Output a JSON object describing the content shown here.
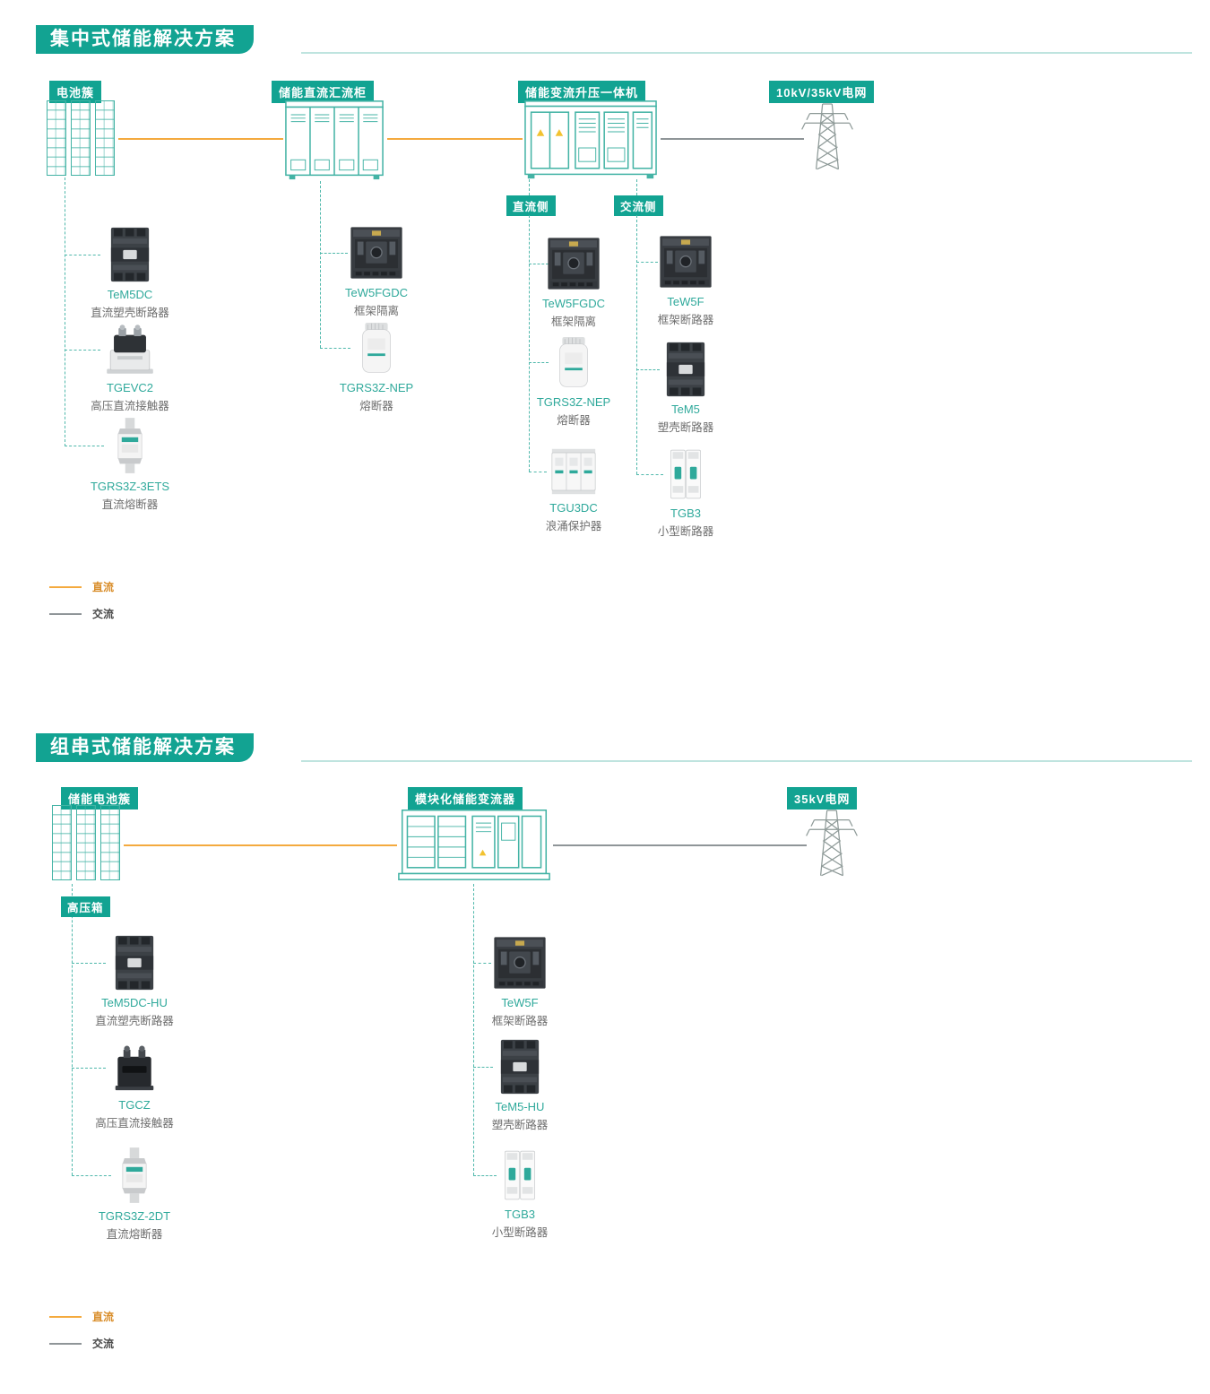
{
  "colors": {
    "teal": "#12A392",
    "teal_light": "#43B3A5",
    "orange": "#F4AA3E",
    "gray": "#8F9598"
  },
  "section1": {
    "title": "集中式储能解决方案",
    "nodes": {
      "battery": {
        "label": "电池簇",
        "icon": "battery-rack-icon"
      },
      "combiner": {
        "label": "储能直流汇流柜",
        "icon": "dc-combiner-cabinet-icon"
      },
      "pcs": {
        "label": "储能变流升压一体机",
        "icon": "pcs-booster-cabinet-icon"
      },
      "grid": {
        "label": "10kV/35kV电网",
        "icon": "transmission-tower-icon"
      }
    },
    "side_labels": {
      "dc": "直流侧",
      "ac": "交流侧"
    },
    "battery_products": [
      {
        "name": "TeM5DC",
        "desc": "直流塑壳断路器",
        "icon": "mccb-icon"
      },
      {
        "name": "TGEVC2",
        "desc": "高压直流接触器",
        "icon": "dc-contactor-icon"
      },
      {
        "name": "TGRS3Z-3ETS",
        "desc": "直流熔断器",
        "icon": "blade-fuse-icon"
      }
    ],
    "combiner_products": [
      {
        "name": "TeW5FGDC",
        "desc": "框架隔离",
        "icon": "frame-breaker-icon"
      },
      {
        "name": "TGRS3Z-NEP",
        "desc": "熔断器",
        "icon": "cylinder-fuse-icon"
      }
    ],
    "dc_side_products": [
      {
        "name": "TeW5FGDC",
        "desc": "框架隔离",
        "icon": "frame-breaker-icon"
      },
      {
        "name": "TGRS3Z-NEP",
        "desc": "熔断器",
        "icon": "cylinder-fuse-icon"
      },
      {
        "name": "TGU3DC",
        "desc": "浪涌保护器",
        "icon": "surge-protector-icon"
      }
    ],
    "ac_side_products": [
      {
        "name": "TeW5F",
        "desc": "框架断路器",
        "icon": "frame-breaker-icon"
      },
      {
        "name": "TeM5",
        "desc": "塑壳断路器",
        "icon": "mccb-icon"
      },
      {
        "name": "TGB3",
        "desc": "小型断路器",
        "icon": "miniature-breaker-icon"
      }
    ],
    "legend": {
      "dc": "直流",
      "ac": "交流"
    }
  },
  "section2": {
    "title": "组串式储能解决方案",
    "nodes": {
      "battery": {
        "label": "储能电池簇",
        "icon": "battery-rack-icon"
      },
      "pcs": {
        "label": "模块化储能变流器",
        "icon": "modular-pcs-container-icon"
      },
      "grid": {
        "label": "35kV电网",
        "icon": "transmission-tower-icon"
      }
    },
    "hv_box_label": "高压箱",
    "battery_products": [
      {
        "name": "TeM5DC-HU",
        "desc": "直流塑壳断路器",
        "icon": "mccb-icon"
      },
      {
        "name": "TGCZ",
        "desc": "高压直流接触器",
        "icon": "dc-contactor-icon"
      },
      {
        "name": "TGRS3Z-2DT",
        "desc": "直流熔断器",
        "icon": "blade-fuse-icon"
      }
    ],
    "pcs_products": [
      {
        "name": "TeW5F",
        "desc": "框架断路器",
        "icon": "frame-breaker-icon"
      },
      {
        "name": "TeM5-HU",
        "desc": "塑壳断路器",
        "icon": "mccb-icon"
      },
      {
        "name": "TGB3",
        "desc": "小型断路器",
        "icon": "miniature-breaker-icon"
      }
    ],
    "legend": {
      "dc": "直流",
      "ac": "交流"
    }
  }
}
